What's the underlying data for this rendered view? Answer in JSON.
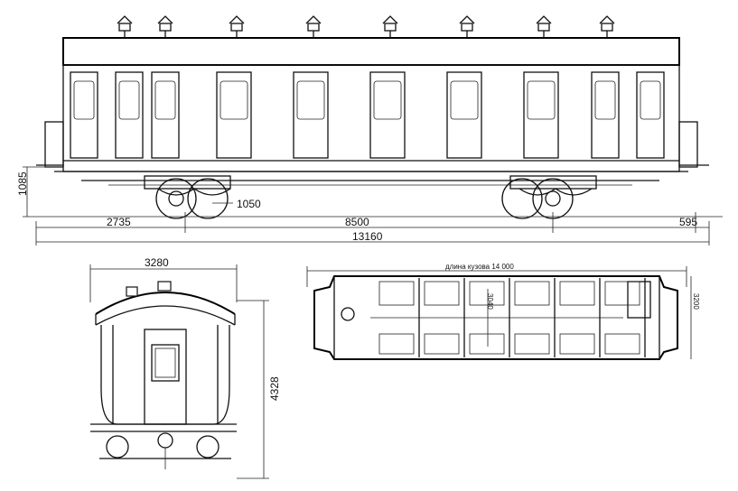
{
  "side_view": {
    "dimensions": {
      "height_left": "1085",
      "wheel_diameter": "1050",
      "overhang_left": "2735",
      "wheelbase": "8500",
      "overhang_right": "595",
      "total_length": "13160"
    }
  },
  "end_view": {
    "dimensions": {
      "width": "3280",
      "height": "4328"
    }
  },
  "plan_view": {
    "body_length_label": "длина кузова 14 000",
    "inner_width": "3040",
    "outer_width": "3200"
  },
  "colors": {
    "line": "#111111",
    "background": "#ffffff"
  }
}
